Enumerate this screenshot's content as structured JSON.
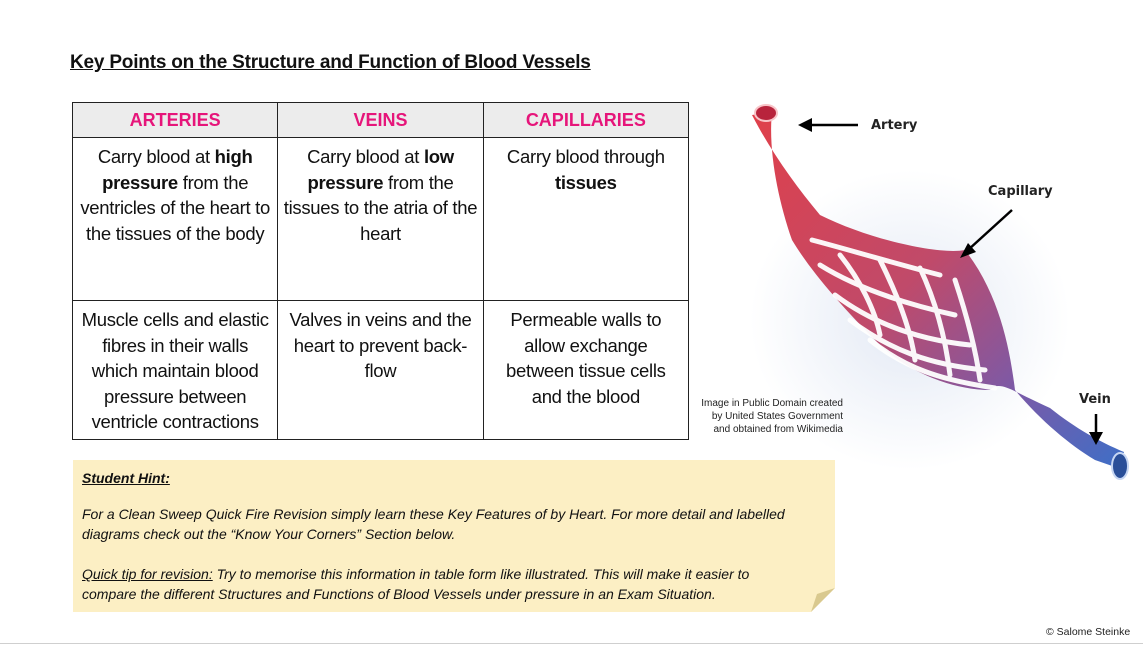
{
  "page": {
    "title": "Key Points on the Structure and Function of Blood Vessels"
  },
  "table": {
    "headers": [
      "ARTERIES",
      "VEINS",
      "CAPILLARIES"
    ],
    "header_color": "#e6157a",
    "rows": [
      [
        {
          "before": "Carry blood at ",
          "bold": "high pressure",
          "after": " from the ventricles of the heart to the tissues of the body"
        },
        {
          "before": "Carry blood at ",
          "bold": "low pressure",
          "after": " from the tissues to the atria of the heart"
        },
        {
          "before": "Carry blood through ",
          "bold": "tissues",
          "after": ""
        }
      ],
      [
        {
          "before": "Muscle cells and elastic fibres in their walls which maintain blood pressure between ventricle contractions",
          "bold": "",
          "after": ""
        },
        {
          "before": "Valves in veins and the heart  to prevent back-flow",
          "bold": "",
          "after": ""
        },
        {
          "before": "Permeable walls to allow exchange between tissue cells and the blood",
          "bold": "",
          "after": ""
        }
      ]
    ]
  },
  "diagram": {
    "labels": {
      "artery": "Artery",
      "capillary": "Capillary",
      "vein": "Vein"
    },
    "credit": "Image in Public Domain created by United States Government and obtained from Wikimedia",
    "colors": {
      "artery": "#e0404a",
      "vein": "#3d6fc7"
    }
  },
  "hint": {
    "heading": "Student Hint:",
    "paragraph1": "For a Clean Sweep Quick Fire Revision simply learn these Key Features of by Heart. For more detail and labelled diagrams check out the “Know Your Corners” Section below.",
    "quick_tip_label": "Quick tip for revision:",
    "quick_tip_text": " Try to memorise this information in table form like illustrated. This will make it easier to compare the different Structures and Functions of Blood Vessels under pressure in an Exam Situation.",
    "background": "#fcefc4"
  },
  "footer": {
    "copyright": "© Salome Steinke"
  }
}
